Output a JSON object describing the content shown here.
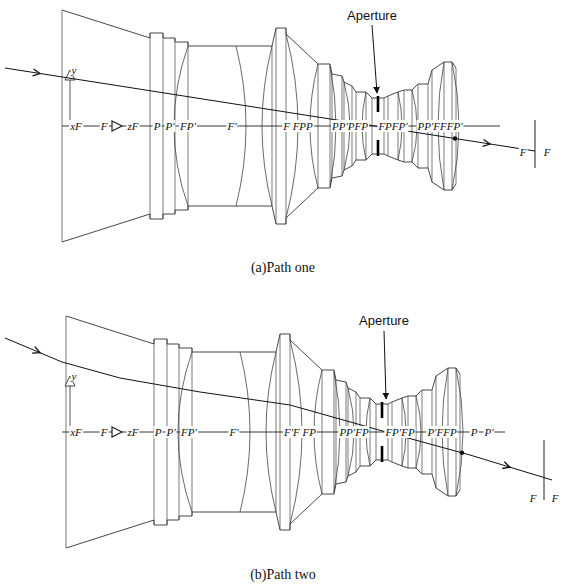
{
  "diagram": {
    "labels": [
      "Aperture",
      "y",
      "xF",
      "F",
      "zF",
      "P",
      "P'",
      "FP'",
      "F'",
      "F FPP",
      "PP'PFP",
      "FPFP'",
      "PP'FFFP'",
      "F",
      "F",
      "(a)Path one",
      "Aperture",
      "y",
      "xF",
      "F",
      "zF",
      "P",
      "P'",
      "FP'",
      "F'",
      "F'F FP",
      "PP'FP",
      "FP'FP",
      "P'FFP",
      "P",
      "P'",
      "F",
      "F",
      "(b)Path two"
    ]
  }
}
